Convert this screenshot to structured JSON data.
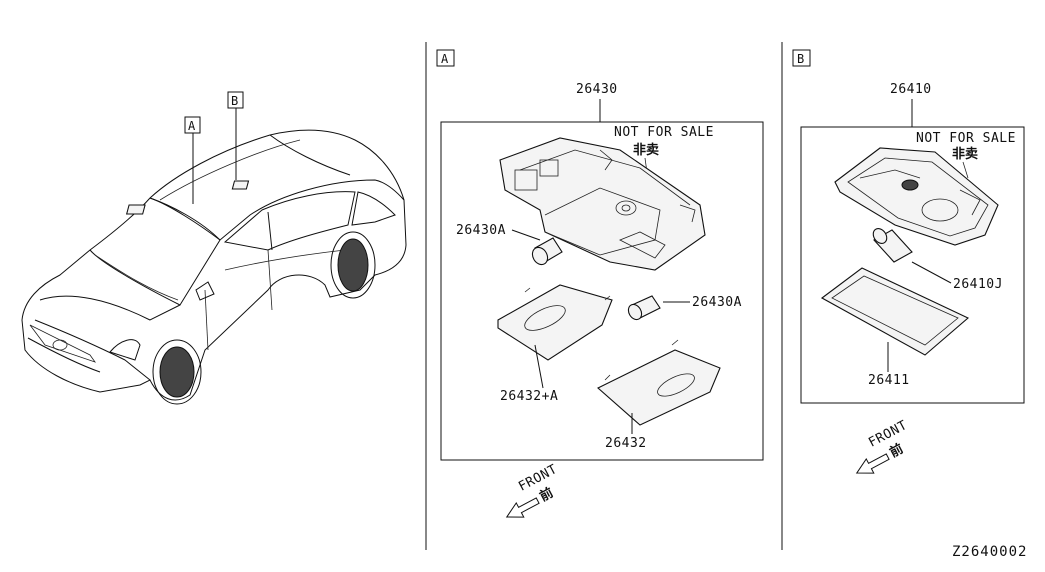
{
  "sections": {
    "car": {
      "marker_a": "A",
      "marker_b": "B"
    },
    "a": {
      "tag": "A",
      "assembly_label": "26430",
      "not_for_sale": "NOT FOR SALE",
      "not_for_sale_cn": "非卖",
      "bulb_left": "26430A",
      "bulb_right": "26430A",
      "lens_upper": "26432+A",
      "lens_lower": "26432",
      "front_label": "FRONT",
      "front_cn": "前"
    },
    "b": {
      "tag": "B",
      "assembly_label": "26410",
      "not_for_sale": "NOT FOR SALE",
      "not_for_sale_cn": "非卖",
      "bulb": "26410J",
      "lens": "26411",
      "front_label": "FRONT",
      "front_cn": "前"
    }
  },
  "drawing_id": "Z2640002"
}
